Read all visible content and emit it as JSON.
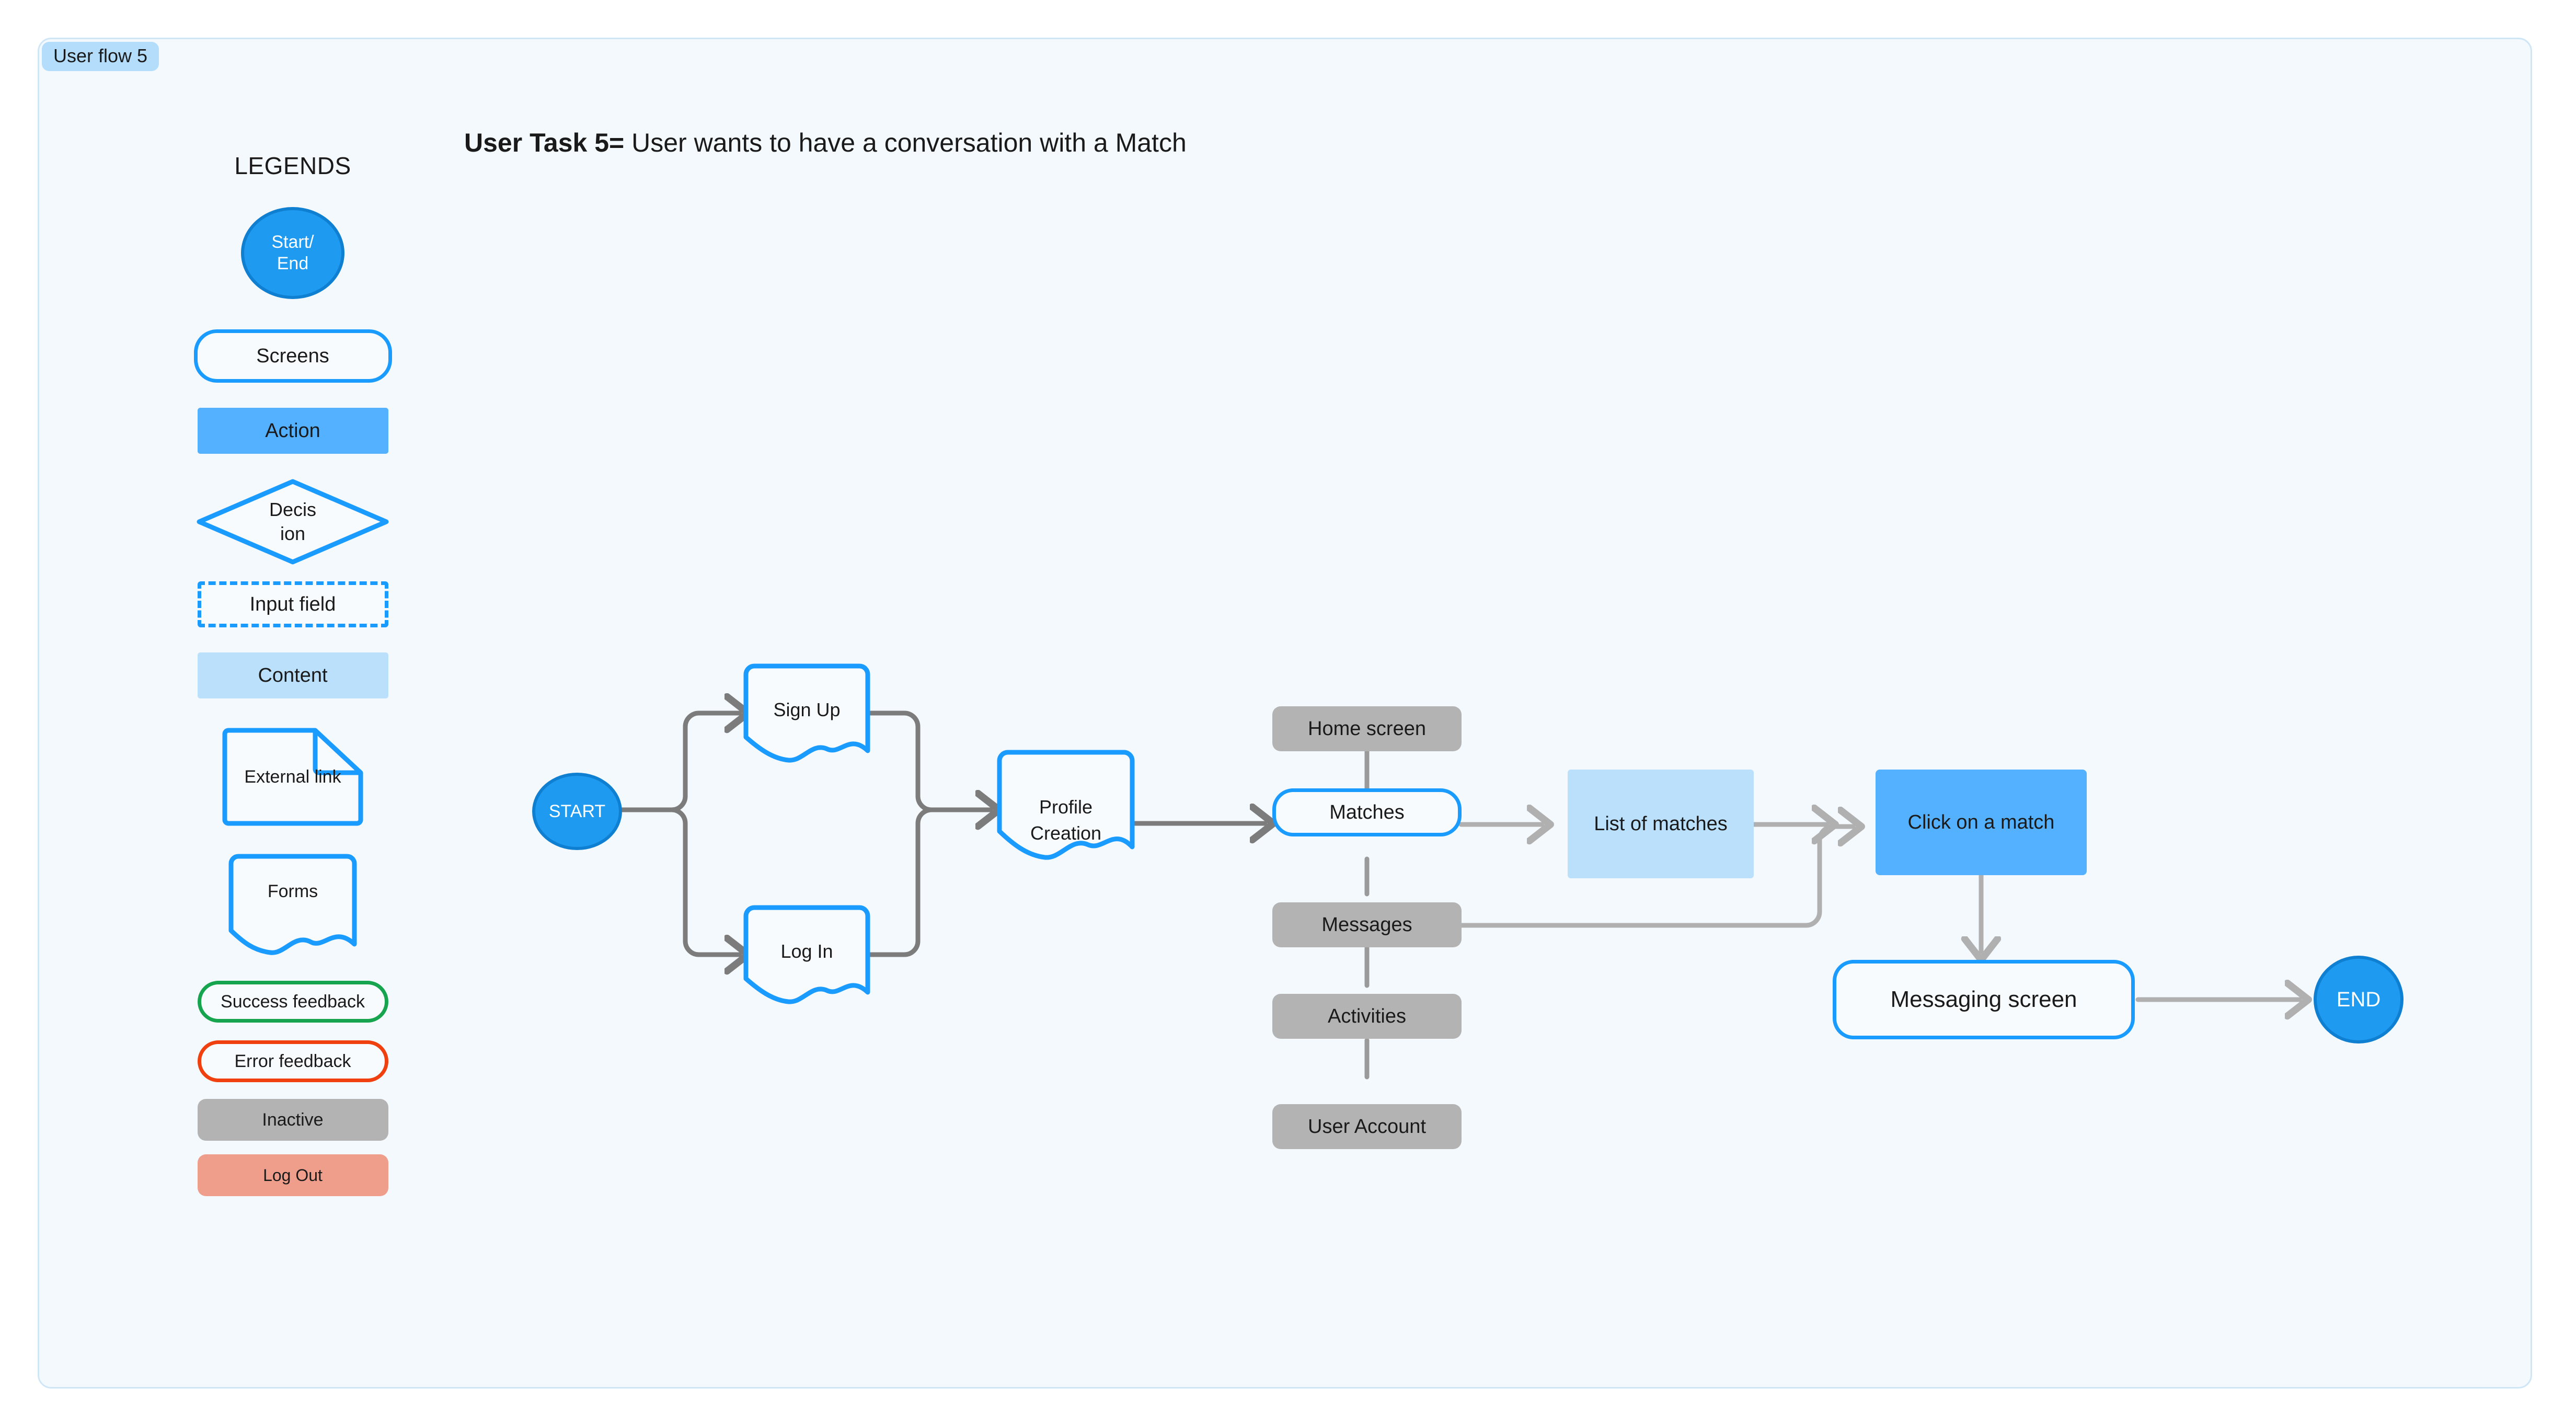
{
  "canvas": {
    "tab_label": "User flow 5",
    "accent": "#1a9bff"
  },
  "legend": {
    "title": "LEGENDS",
    "items": [
      {
        "key": "start_end",
        "label": "Start/\nEnd",
        "shape": "circle",
        "color": "#1e9af0"
      },
      {
        "key": "screens",
        "label": "Screens",
        "shape": "rounded-outline",
        "color": "#1a9bff"
      },
      {
        "key": "action",
        "label": "Action",
        "shape": "filled-rect",
        "color": "#54b1ff"
      },
      {
        "key": "decision",
        "label": "Decis\nion",
        "shape": "diamond",
        "color": "#1a9bff"
      },
      {
        "key": "input_field",
        "label": "Input field",
        "shape": "dashed-rect",
        "color": "#1a9bff"
      },
      {
        "key": "content",
        "label": "Content",
        "shape": "filled-rect",
        "color": "#bbe0fc"
      },
      {
        "key": "external_link",
        "label": "External link",
        "shape": "folded-page",
        "color": "#1a9bff"
      },
      {
        "key": "forms",
        "label": "Forms",
        "shape": "wavy-bottom",
        "color": "#1a9bff"
      },
      {
        "key": "success_feedback",
        "label": "Success feedback",
        "shape": "pill-outline",
        "color": "#16a44f"
      },
      {
        "key": "error_feedback",
        "label": "Error feedback",
        "shape": "pill-outline",
        "color": "#f0400f"
      },
      {
        "key": "inactive",
        "label": "Inactive",
        "shape": "pill-filled",
        "color": "#b3b3b3"
      },
      {
        "key": "log_out",
        "label": "Log Out",
        "shape": "pill-filled",
        "color": "#f09e8c"
      }
    ]
  },
  "task": {
    "label": "User Task 5=",
    "description": " User wants to  have a conversation with a Match"
  },
  "flow": {
    "nodes": [
      {
        "id": "start",
        "label": "START",
        "type": "terminal"
      },
      {
        "id": "sign_up",
        "label": "Sign Up",
        "type": "forms"
      },
      {
        "id": "log_in",
        "label": "Log In",
        "type": "forms"
      },
      {
        "id": "profile",
        "label": "Profile\nCreation",
        "type": "forms"
      },
      {
        "id": "home_screen",
        "label": "Home screen",
        "type": "inactive"
      },
      {
        "id": "matches",
        "label": "Matches",
        "type": "screen"
      },
      {
        "id": "messages",
        "label": "Messages",
        "type": "inactive"
      },
      {
        "id": "activities",
        "label": "Activities",
        "type": "inactive"
      },
      {
        "id": "user_account",
        "label": "User Account",
        "type": "inactive"
      },
      {
        "id": "list_matches",
        "label": "List of  matches",
        "type": "content"
      },
      {
        "id": "click_match",
        "label": "Click on a match",
        "type": "action"
      },
      {
        "id": "messaging",
        "label": "Messaging screen",
        "type": "screen"
      },
      {
        "id": "end",
        "label": "END",
        "type": "terminal"
      }
    ],
    "edges": [
      {
        "from": "start",
        "to": "sign_up"
      },
      {
        "from": "start",
        "to": "log_in"
      },
      {
        "from": "sign_up",
        "to": "profile"
      },
      {
        "from": "log_in",
        "to": "profile"
      },
      {
        "from": "profile",
        "to": "matches"
      },
      {
        "from": "home_screen",
        "to": "matches"
      },
      {
        "from": "matches",
        "to": "messages"
      },
      {
        "from": "messages",
        "to": "activities"
      },
      {
        "from": "activities",
        "to": "user_account"
      },
      {
        "from": "matches",
        "to": "list_matches"
      },
      {
        "from": "list_matches",
        "to": "click_match"
      },
      {
        "from": "messages",
        "to": "click_match"
      },
      {
        "from": "click_match",
        "to": "messaging"
      },
      {
        "from": "messaging",
        "to": "end"
      }
    ]
  }
}
